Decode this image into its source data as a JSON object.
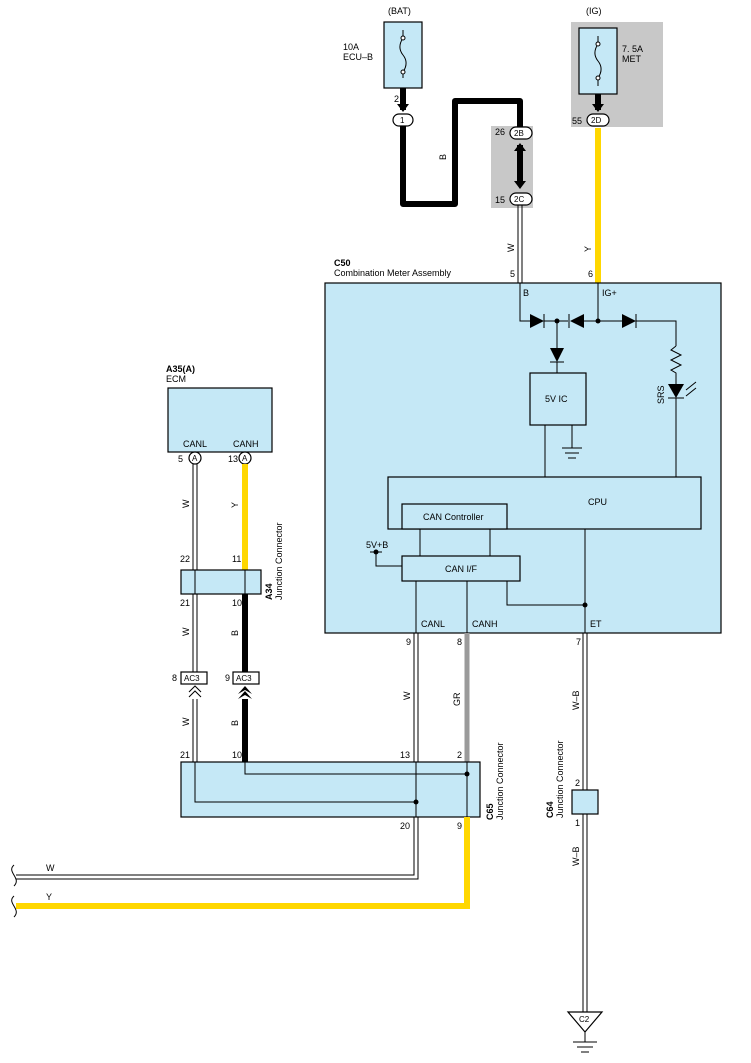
{
  "power": {
    "bat": "(BAT)",
    "bat_fuse_amp": "10A",
    "bat_fuse_name": "ECU–B",
    "ig": "(IG)",
    "ig_fuse_amp": "7. 5A",
    "ig_fuse_name": "MET"
  },
  "connectors": {
    "c50_id": "C50",
    "c50_name": "Combination Meter Assembly",
    "a35_id": "A35(A)",
    "a35_name": "ECM",
    "a34_id": "A34",
    "a34_name": "Junction Connector",
    "c65_id": "C65",
    "c65_name": "Junction Connector",
    "c64_id": "C64",
    "c64_name": "Junction Connector",
    "ground": "C2"
  },
  "pins": {
    "bat_out": "2",
    "bat_conn": "1",
    "p26": "26",
    "p2b": "2B",
    "p15": "15",
    "p2c": "2C",
    "p55": "55",
    "p2d": "2D",
    "c50_b": "5",
    "c50_ig": "6",
    "c50_canl": "9",
    "c50_canh": "8",
    "c50_et": "7",
    "ecm_canl": "5",
    "ecm_canh": "13",
    "ecm_conn": "A",
    "a34_22": "22",
    "a34_11": "11",
    "a34_21": "21",
    "a34_10": "10",
    "ac3_8": "8",
    "ac3_9": "9",
    "ac3": "AC3",
    "c65_21": "21",
    "c65_10": "10",
    "c65_13": "13",
    "c65_2": "2",
    "c65_20": "20",
    "c65_9": "9",
    "c64_2": "2",
    "c64_1": "1"
  },
  "internal": {
    "b": "B",
    "ig": "IG+",
    "ic": "5V IC",
    "srs": "SRS",
    "cpu": "CPU",
    "can_controller": "CAN Controller",
    "can_if": "CAN I/F",
    "v5b": "5V+B",
    "canl": "CANL",
    "canh": "CANH",
    "et": "ET"
  },
  "wires": {
    "b": "B",
    "w": "W",
    "y": "Y",
    "gr": "GR",
    "wb": "W–B"
  },
  "colors": {
    "box_fill": "#c5e8f6",
    "grey_fill": "#c8c8c8",
    "yellow": "#ffd700",
    "black": "#000000",
    "gr": "#9a9a9a"
  }
}
